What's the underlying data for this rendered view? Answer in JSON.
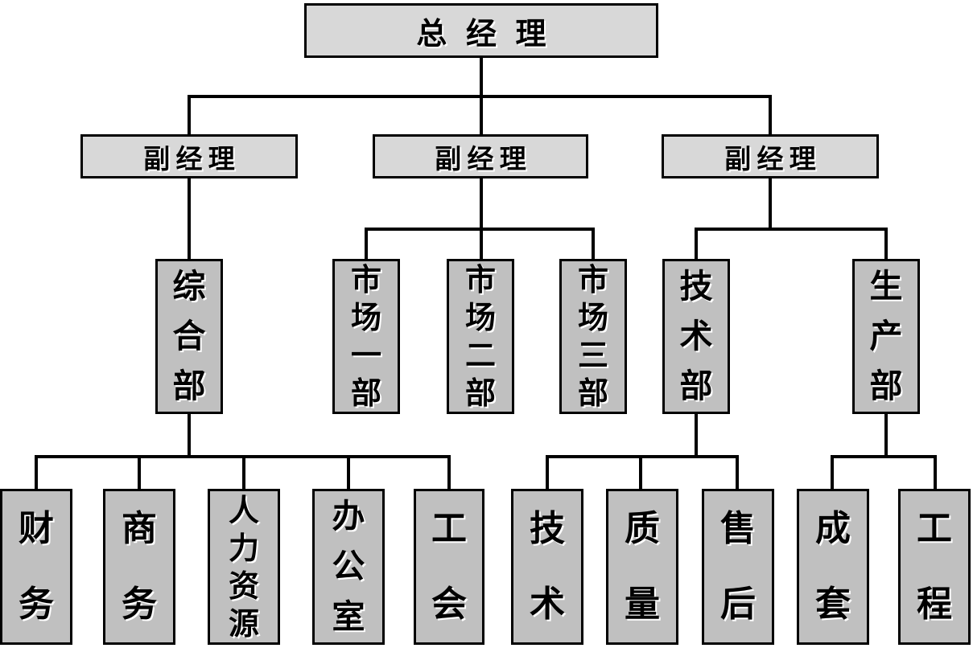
{
  "diagram_type": "organization-chart",
  "colors": {
    "background": "#ffffff",
    "manager_box_fill": "#d8d8d8",
    "dept_box_fill": "#c0c0c0",
    "box_border": "#000000",
    "connector_line": "#000000",
    "text": "#000000",
    "text_emboss_shadow": "#ffffff"
  },
  "hierarchy": {
    "label": "总经理",
    "children": [
      {
        "label": "副经理",
        "children": [
          {
            "label": "综合部",
            "children": [
              {
                "label": "财务"
              },
              {
                "label": "商务"
              },
              {
                "label": "人力资源"
              },
              {
                "label": "办公室"
              },
              {
                "label": "工会"
              }
            ]
          }
        ]
      },
      {
        "label": "副经理",
        "children": [
          {
            "label": "市场一部"
          },
          {
            "label": "市场二部"
          },
          {
            "label": "市场三部"
          }
        ]
      },
      {
        "label": "副经理",
        "children": [
          {
            "label": "技术部",
            "children": [
              {
                "label": "技术"
              },
              {
                "label": "质量"
              },
              {
                "label": "售后"
              }
            ]
          },
          {
            "label": "生产部",
            "children": [
              {
                "label": "成套"
              },
              {
                "label": "工程"
              }
            ]
          }
        ]
      }
    ]
  }
}
